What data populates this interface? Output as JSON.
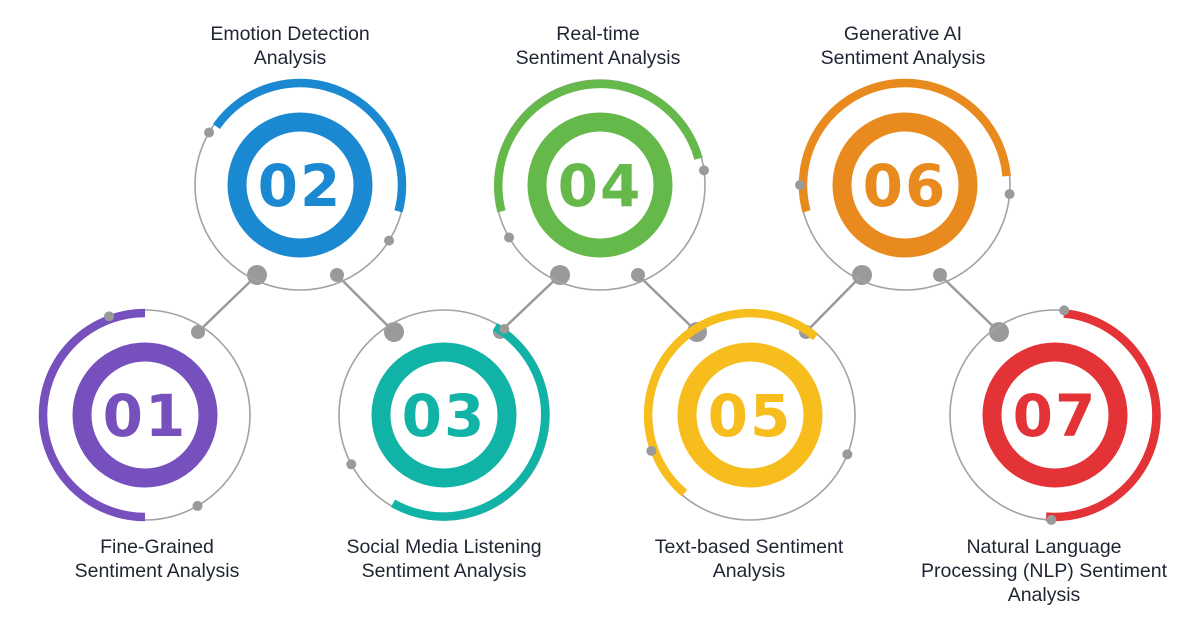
{
  "colors": {
    "connector": "#9a9a9a",
    "thin_ring": "#a3a3a3",
    "text": "#1f2533"
  },
  "steps": [
    {
      "number": "01",
      "color": "#7650bd",
      "title_lines": [
        "Fine-Grained",
        "Sentiment Analysis"
      ]
    },
    {
      "number": "02",
      "color": "#1b89d1",
      "title_lines": [
        "Emotion Detection",
        "Analysis"
      ]
    },
    {
      "number": "03",
      "color": "#11b3a6",
      "title_lines": [
        "Social Media Listening",
        "Sentiment Analysis"
      ]
    },
    {
      "number": "04",
      "color": "#65b84a",
      "title_lines": [
        "Real-time",
        "Sentiment Analysis"
      ]
    },
    {
      "number": "05",
      "color": "#f6bd1c",
      "title_lines": [
        "Text-based Sentiment",
        "Analysis"
      ]
    },
    {
      "number": "06",
      "color": "#e98a1e",
      "title_lines": [
        "Generative AI",
        "Sentiment Analysis"
      ]
    },
    {
      "number": "07",
      "color": "#e33337",
      "title_lines": [
        "Natural Language",
        "Processing (NLP) Sentiment",
        "Analysis"
      ]
    }
  ]
}
